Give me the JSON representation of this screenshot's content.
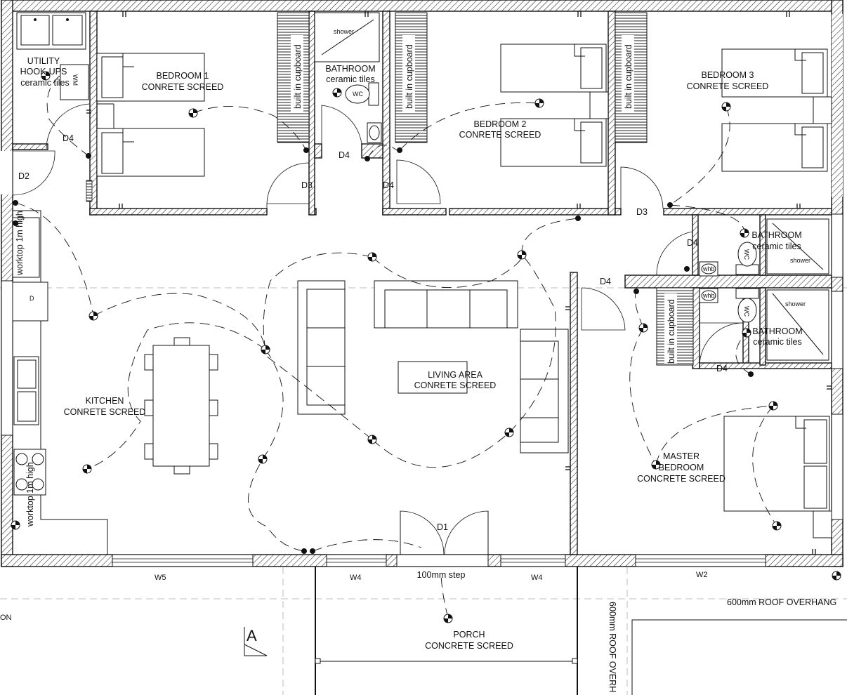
{
  "labels": {
    "utility_l1": "UTILITY",
    "utility_l2": "HOOK-UPS",
    "utility_l3": "ceramic tiles",
    "wm": "WM",
    "bedroom1_l1": "BEDROOM 1",
    "bedroom1_l2": "CONRETE SCREED",
    "cupboard": "built in cupboard",
    "shower": "shower",
    "wc": "WC",
    "whb": "whb",
    "bathroom": "BATHROOM",
    "ceramic_tiles": "ceramic tiles",
    "bedroom2_l1": "BEDROOM 2",
    "bedroom2_l2": "CONRETE SCREED",
    "bedroom3_l1": "BEDROOM 3",
    "bedroom3_l2": "CONRETE SCREED",
    "living_l1": "LIVING AREA",
    "living_l2": "CONRETE SCREED",
    "kitchen_l1": "KITCHEN",
    "kitchen_l2": "CONRETE SCREED",
    "worktop": "worktop 1m high",
    "master_l1": "MASTER",
    "master_l2": "BEDROOM",
    "master_l3": "CONCRETE SCREED",
    "porch_l1": "PORCH",
    "porch_l2": "CONCRETE SCREED",
    "step": "100mm step",
    "overhang": "600mm ROOF OVERHANG",
    "overhang_v": "600mm ROOF OVERH",
    "section": "A",
    "edge_fragment": "ON"
  },
  "doors": {
    "d1": "D1",
    "d2": "D2",
    "d3": "D3",
    "d4": "D4"
  },
  "windows": {
    "w2": "W2",
    "w4": "W4",
    "w5": "W5"
  }
}
